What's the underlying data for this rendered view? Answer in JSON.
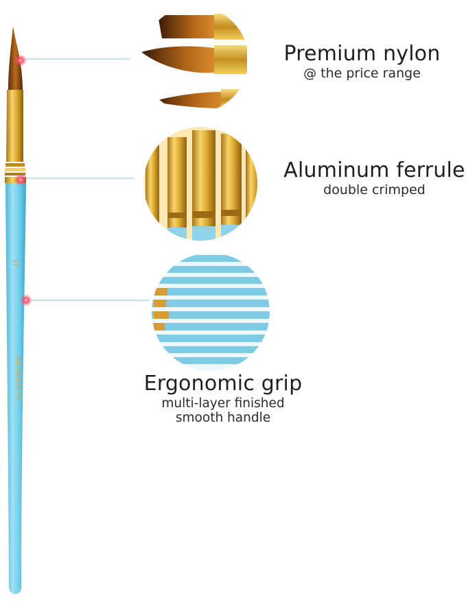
{
  "features": [
    {
      "title": "Premium nylon",
      "subtitle": "@ the price range"
    },
    {
      "title": "Aluminum ferrule",
      "subtitle": "double crimped"
    },
    {
      "title": "Ergonomic grip",
      "subtitle_line1": "multi-layer finished",
      "subtitle_line2": "smooth handle"
    }
  ],
  "brush": {
    "handle_label": "AMAGRAPHY",
    "size_label": "11"
  },
  "colors": {
    "handle": "#6cc8e6",
    "ferrule": "#e2b23a",
    "bristle": "#8a4a12",
    "pointer": "#ff3b55",
    "line": "#9fd6ea"
  }
}
